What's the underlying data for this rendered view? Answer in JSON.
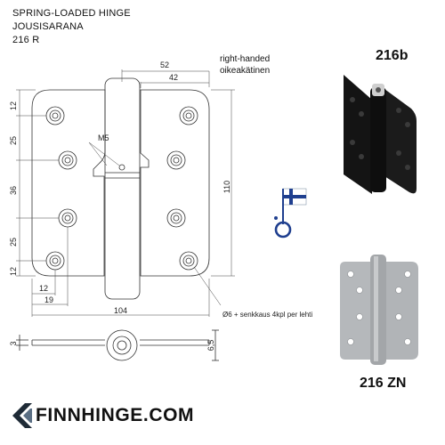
{
  "title": {
    "line1": "SPRING-LOADED HINGE",
    "line2": "JOUSISARANA",
    "line3": "216 R"
  },
  "handedness": {
    "en": "right-handed",
    "fi": "oikeakätinen"
  },
  "models": {
    "black": "216b",
    "zinc": "216 ZN"
  },
  "dimensions": {
    "top_outer": "52",
    "top_inner": "42",
    "left_12_top": "12",
    "left_25_upper": "25",
    "left_36": "36",
    "left_25_lower": "25",
    "left_12_bottom": "12",
    "height": "110",
    "bottom_12": "12",
    "bottom_19": "19",
    "width": "104",
    "thread": "M5",
    "hole_note": "Ø6 + senkkaus 4kpl per lehti",
    "side_3": "3",
    "side_6_5": "6,5"
  },
  "brand": {
    "name": "FINNHINGE.COM"
  },
  "colors": {
    "brand_dark": "#1e2a36",
    "brand_blue": "#5b6f84",
    "flag_blue": "#1f3f8f",
    "line": "#333333"
  }
}
